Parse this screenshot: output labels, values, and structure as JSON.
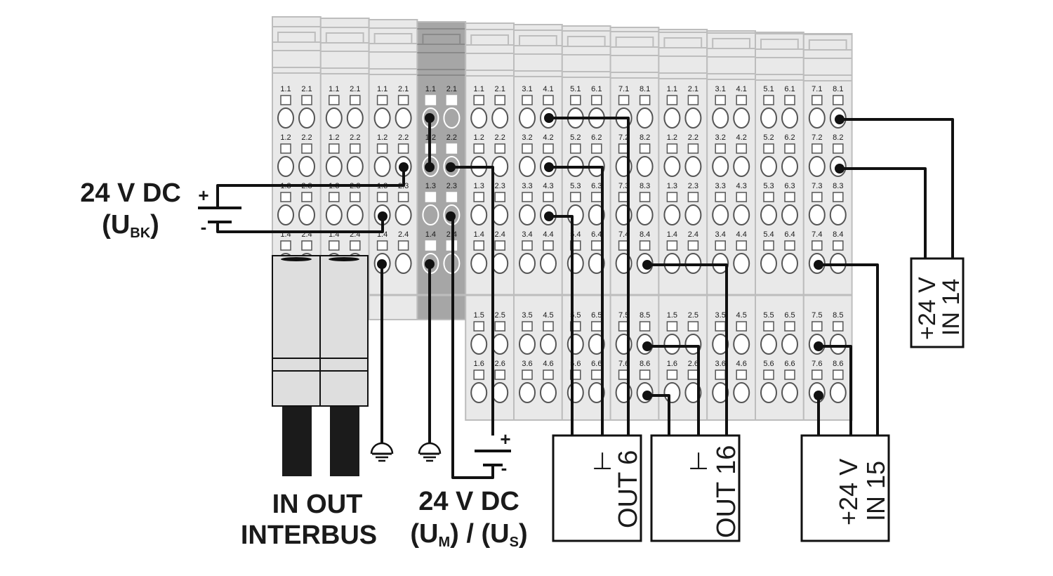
{
  "supply_bk": {
    "label": "24 V DC",
    "sub_open": "(U",
    "sub_index": "BK",
    "sub_close": ")",
    "plus": "+",
    "minus": "-"
  },
  "supply_m": {
    "label": "24 V DC",
    "um_open": "(U",
    "um_index": "M",
    "um_close": ") / (U",
    "us_index": "S",
    "us_close": ")",
    "plus": "+",
    "minus": "-"
  },
  "interbus": {
    "line1": "IN OUT",
    "line2": "INTERBUS"
  },
  "devices": {
    "out6": {
      "label": "OUT 6",
      "ground_symbol": "⊥"
    },
    "out16": {
      "label": "OUT 16",
      "ground_symbol": "⊥"
    },
    "in15": {
      "label_power": "+24 V",
      "label_in": "IN 15"
    },
    "in14": {
      "label_power": "+24 V",
      "label_in": "IN 14"
    }
  },
  "modules": [
    {
      "upper": [
        "1.1",
        "2.1",
        "1.2",
        "2.2",
        "1.3",
        "2.3",
        "1.4",
        "2.4"
      ],
      "lower": []
    },
    {
      "upper": [
        "1.1",
        "2.1",
        "1.2",
        "2.2",
        "1.3",
        "2.3",
        "1.4",
        "2.4"
      ],
      "lower": []
    },
    {
      "upper": [
        "1.1",
        "2.1",
        "1.2",
        "2.2",
        "1.3",
        "2.3",
        "1.4",
        "2.4"
      ],
      "lower": []
    },
    {
      "upper": [
        "1.1",
        "2.1",
        "1.2",
        "2.2",
        "1.3",
        "2.3",
        "1.4",
        "2.4"
      ],
      "lower": []
    },
    {
      "upper": [
        "1.1",
        "2.1",
        "1.2",
        "2.2",
        "1.3",
        "2.3",
        "1.4",
        "2.4"
      ],
      "lower": [
        "1.5",
        "2.5",
        "1.6",
        "2.6"
      ]
    },
    {
      "upper": [
        "3.1",
        "4.1",
        "3.2",
        "4.2",
        "3.3",
        "4.3",
        "3.4",
        "4.4"
      ],
      "lower": [
        "3.5",
        "4.5",
        "3.6",
        "4.6"
      ]
    },
    {
      "upper": [
        "5.1",
        "6.1",
        "5.2",
        "6.2",
        "5.3",
        "6.3",
        "5.4",
        "6.4"
      ],
      "lower": [
        "5.5",
        "6.5",
        "5.6",
        "6.6"
      ]
    },
    {
      "upper": [
        "7.1",
        "8.1",
        "7.2",
        "8.2",
        "7.3",
        "8.3",
        "7.4",
        "8.4"
      ],
      "lower": [
        "7.5",
        "8.5",
        "7.6",
        "8.6"
      ]
    },
    {
      "upper": [
        "1.1",
        "2.1",
        "1.2",
        "2.2",
        "1.3",
        "2.3",
        "1.4",
        "2.4"
      ],
      "lower": [
        "1.5",
        "2.5",
        "1.6",
        "2.6"
      ]
    },
    {
      "upper": [
        "3.1",
        "4.1",
        "3.2",
        "4.2",
        "3.3",
        "4.3",
        "3.4",
        "4.4"
      ],
      "lower": [
        "3.5",
        "4.5",
        "3.6",
        "4.6"
      ]
    },
    {
      "upper": [
        "5.1",
        "6.1",
        "5.2",
        "6.2",
        "5.3",
        "6.3",
        "5.4",
        "6.4"
      ],
      "lower": [
        "5.5",
        "6.5",
        "5.6",
        "6.6"
      ]
    },
    {
      "upper": [
        "7.1",
        "8.1",
        "7.2",
        "8.2",
        "7.3",
        "8.3",
        "7.4",
        "8.4"
      ],
      "lower": [
        "7.5",
        "8.5",
        "7.6",
        "8.6"
      ]
    }
  ],
  "colors": {
    "module_fill": "#e9e9e9",
    "module_stroke": "#bdbdbd",
    "power_module": "#a6a6a6",
    "wire": "#111111",
    "connector": "#dedede"
  }
}
